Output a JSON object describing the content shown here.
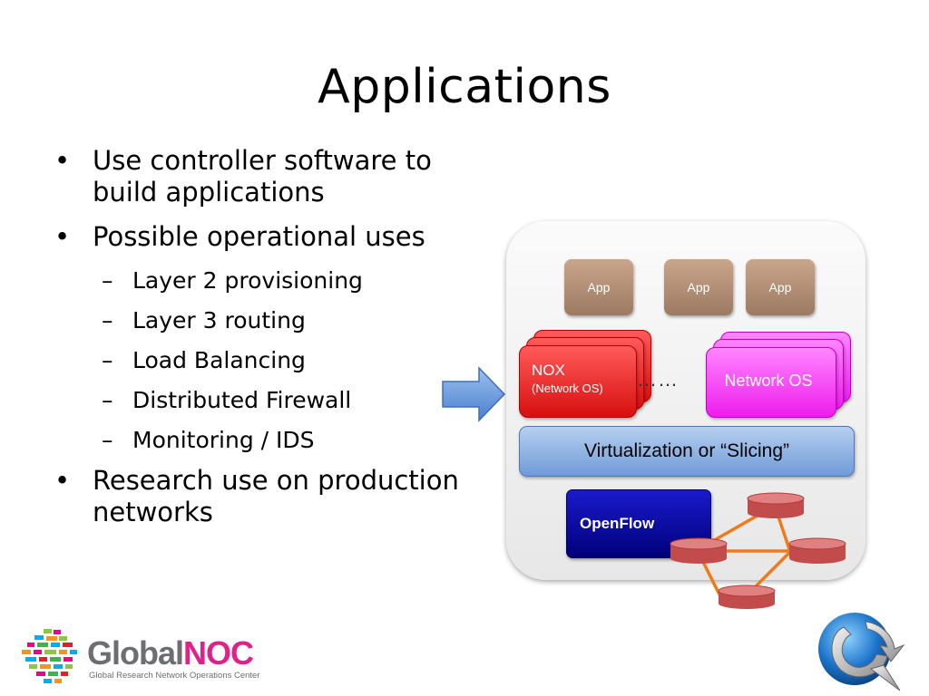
{
  "slide": {
    "title": "Applications",
    "bullets": [
      {
        "level": 1,
        "text": "Use controller software to build applications"
      },
      {
        "level": 1,
        "text": "Possible operational uses"
      },
      {
        "level": 2,
        "text": "Layer 2 provisioning"
      },
      {
        "level": 2,
        "text": "Layer 3 routing"
      },
      {
        "level": 2,
        "text": "Load Balancing"
      },
      {
        "level": 2,
        "text": "Distributed Firewall"
      },
      {
        "level": 2,
        "text": "Monitoring / IDS"
      },
      {
        "level": 1,
        "text": "Research use on production networks"
      }
    ],
    "bullet_symbol": "•",
    "sub_bullet_symbol": "–"
  },
  "diagram": {
    "apps": [
      "App",
      "App",
      "App"
    ],
    "nox_label": "NOX",
    "nox_sub": "(Network OS)",
    "network_os_label": "Network OS",
    "ellipsis": "……",
    "virtualization_label": "Virtualization or “Slicing”",
    "openflow_label": "OpenFlow",
    "colors": {
      "app": "#a4816a",
      "nox": "#e31e1e",
      "network_os": "#f23ef2",
      "virtualization": "#8fb3e6",
      "openflow": "#0a0a9e",
      "links": "#f07a1a",
      "switch": "#c95454",
      "arrow": "#5b8fd9"
    }
  },
  "footer": {
    "logo_global": "Global",
    "logo_noc": "NOC",
    "logo_subtitle": "Global Research Network Operations Center"
  }
}
